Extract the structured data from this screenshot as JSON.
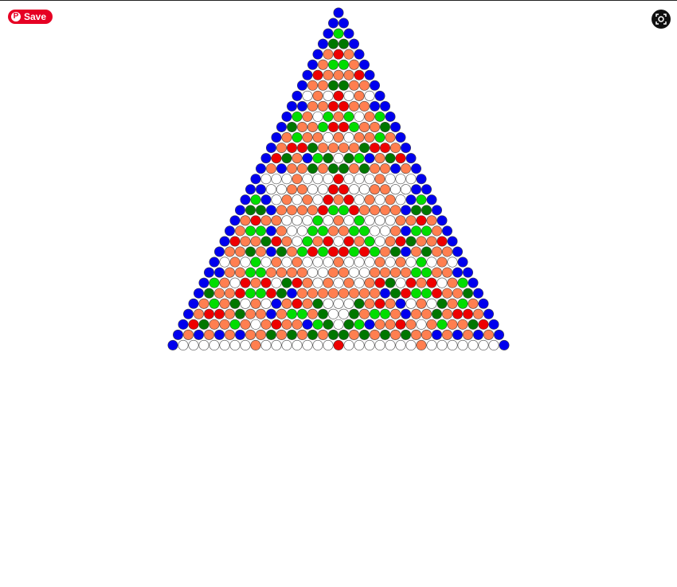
{
  "save_button": {
    "label": "Save",
    "icon": "pinterest-icon"
  },
  "visual_search": {
    "icon": "lens-icon"
  },
  "triangle": {
    "rows": 33,
    "modulus": 8,
    "palette": {
      "0": "#ffffff",
      "1": "#0000ee",
      "2": "#00dd00",
      "3": "#007700",
      "4": "#ff7f50",
      "5": "#ff7f50",
      "6": "#ee0000",
      "7": "#ff7f50"
    },
    "stroke": "#444444"
  }
}
